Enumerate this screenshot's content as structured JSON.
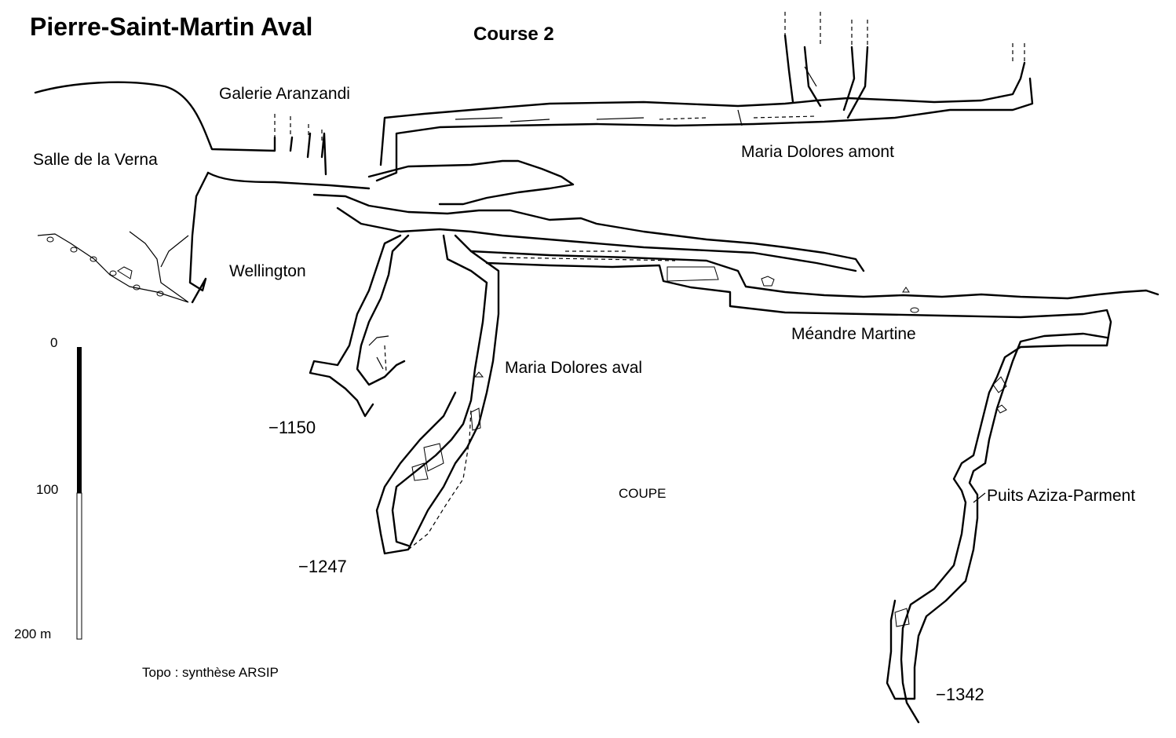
{
  "title": "Pierre-Saint-Martin Aval",
  "subtitle": "Course 2",
  "labels": {
    "galerie_aranzandi": "Galerie Aranzandi",
    "salle_verna": "Salle de la Verna",
    "maria_dolores_amont": "Maria Dolores amont",
    "wellington": "Wellington",
    "meandre_martine": "Méandre Martine",
    "maria_dolores_aval": "Maria Dolores aval",
    "coupe": "COUPE",
    "puits_aziza": "Puits Aziza-Parment"
  },
  "depths": {
    "d1150": "−1150",
    "d1247": "−1247",
    "d1342": "−1342"
  },
  "scale": {
    "top": "0",
    "mid": "100",
    "bottom": "200 m"
  },
  "credit": "Topo : synthèse ARSIP"
}
